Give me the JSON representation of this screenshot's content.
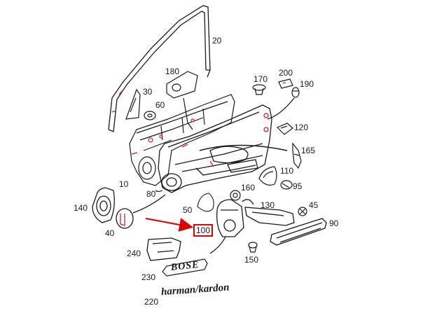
{
  "diagram": {
    "labels": {
      "l10": "10",
      "l20": "20",
      "l30": "30",
      "l40": "40",
      "l45": "45",
      "l50": "50",
      "l60": "60",
      "l80": "80",
      "l90": "90",
      "l95": "95",
      "l100": "100",
      "l110": "110",
      "l120": "120",
      "l130": "130",
      "l140": "140",
      "l150": "150",
      "l160": "160",
      "l165": "165",
      "l170": "170",
      "l180": "180",
      "l190": "190",
      "l200": "200",
      "l220": "220",
      "l230": "230",
      "l240": "240"
    },
    "brands": {
      "bose": "BOSE",
      "harman": "harman/kardon"
    },
    "highlight": {
      "part": "100",
      "color": "#e00000"
    },
    "line_color": "#1a1a1a",
    "accent_color": "#cc2233"
  }
}
